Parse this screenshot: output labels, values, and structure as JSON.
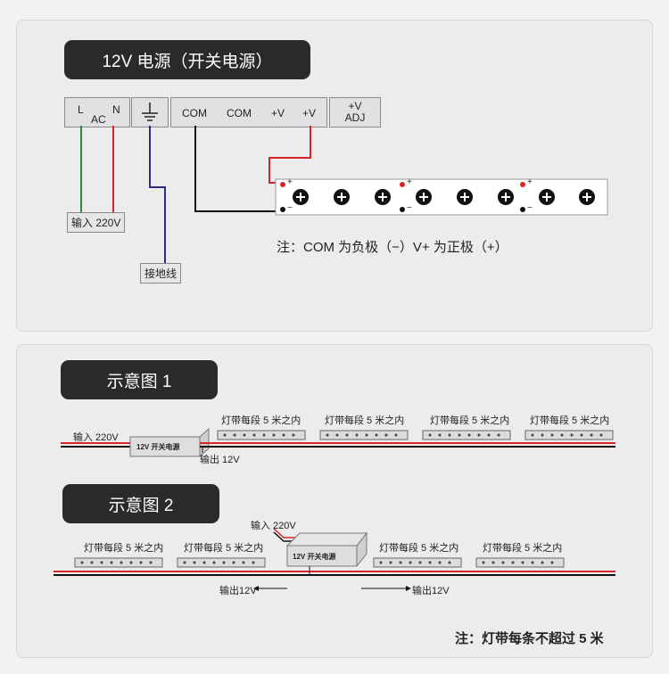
{
  "top": {
    "title": "12V 电源（开关电源）",
    "terminals": {
      "l": "L",
      "n": "N",
      "ac": "AC",
      "com1": "COM",
      "com2": "COM",
      "v1": "+V",
      "v2": "+V",
      "vadj_top": "+V",
      "vadj_bottom": "ADJ"
    },
    "input_label": "输入 220V",
    "ground_label": "接地线",
    "plus": "+",
    "minus": "−",
    "note": "注：COM 为负极（−）V+ 为正极（+）"
  },
  "bottom": {
    "diagram1": {
      "title": "示意图 1",
      "input_label": "输入 220V",
      "psu_label": "12V 开关电源",
      "output_label": "输出 12V",
      "segment_labels": [
        "灯带每段 5 米之内",
        "灯带每段 5 米之内",
        "灯带每段 5 米之内",
        "灯带每段 5 米之内"
      ]
    },
    "diagram2": {
      "title": "示意图 2",
      "input_label": "输入 220V",
      "psu_label": "12V 开关电源",
      "output_left": "输出12V",
      "output_right": "输出12V",
      "segment_labels": [
        "灯带每段 5 米之内",
        "灯带每段 5 米之内",
        "灯带每段 5 米之内",
        "灯带每段 5 米之内"
      ]
    },
    "note": "注：灯带每条不超过 5 米"
  },
  "colors": {
    "positive": "#d8232a",
    "negative": "#111111",
    "ground": "#2b2b8c",
    "live": "#2e8b3a"
  }
}
